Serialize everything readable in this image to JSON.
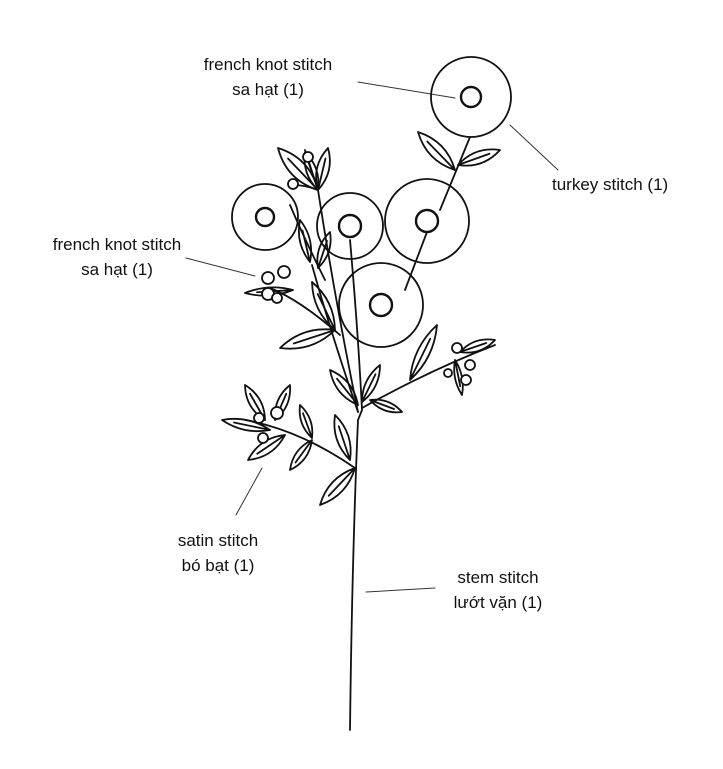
{
  "labels": [
    {
      "line1": "french knot stitch",
      "line2": "sa hạt (1)"
    },
    {
      "line1": "turkey stitch (1)",
      "line2": ""
    },
    {
      "line1": "french knot stitch",
      "line2": "sa hạt (1)"
    },
    {
      "line1": "satin stitch",
      "line2": "bó bạt (1)"
    },
    {
      "line1": "stem stitch",
      "line2": "lướt vặn (1)"
    }
  ],
  "colors": {
    "ink": "#111111",
    "background": "#ffffff"
  }
}
